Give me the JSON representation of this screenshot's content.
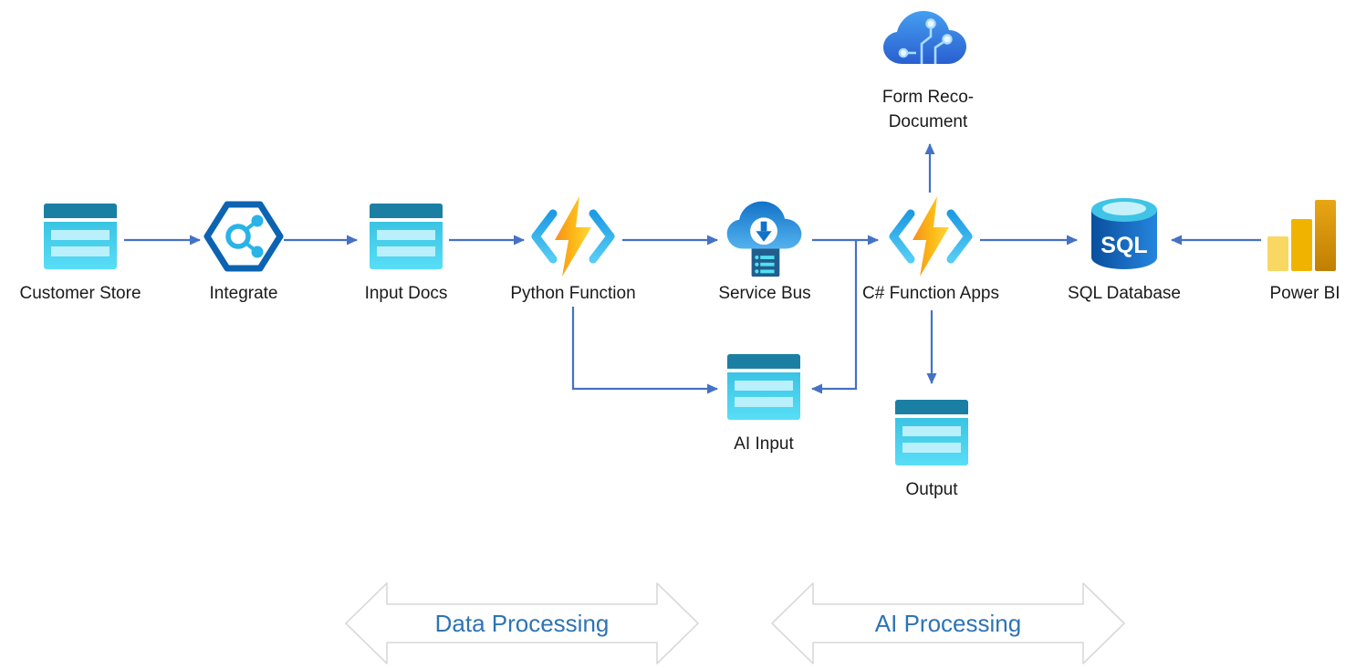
{
  "nodes": {
    "customer_store": {
      "label": "Customer Store",
      "icon": "table-storage-icon"
    },
    "integrate": {
      "label": "Integrate",
      "icon": "integration-hexagon-icon"
    },
    "input_docs": {
      "label": "Input Docs",
      "icon": "table-storage-icon"
    },
    "python_function": {
      "label": "Python Function",
      "icon": "azure-function-icon"
    },
    "service_bus": {
      "label": "Service Bus",
      "icon": "service-bus-cloud-icon"
    },
    "csharp_function_apps": {
      "label": "C# Function Apps",
      "icon": "azure-function-icon"
    },
    "sql_database": {
      "label": "SQL Database",
      "icon": "sql-database-icon",
      "badge": "SQL"
    },
    "power_bi": {
      "label": "Power BI",
      "icon": "power-bi-bars-icon"
    },
    "form_reco_document": {
      "label_line1": "Form Reco-",
      "label_line2": "Document",
      "icon": "form-recognizer-cloud-icon"
    },
    "ai_input": {
      "label": "AI Input",
      "icon": "table-storage-icon"
    },
    "output": {
      "label": "Output",
      "icon": "table-storage-icon"
    }
  },
  "edges": [
    {
      "from": "customer_store",
      "to": "integrate"
    },
    {
      "from": "integrate",
      "to": "input_docs"
    },
    {
      "from": "input_docs",
      "to": "python_function"
    },
    {
      "from": "python_function",
      "to": "service_bus"
    },
    {
      "from": "service_bus",
      "to": "csharp_function_apps"
    },
    {
      "from": "csharp_function_apps",
      "to": "sql_database"
    },
    {
      "from": "power_bi",
      "to": "sql_database"
    },
    {
      "from": "csharp_function_apps",
      "to": "form_reco_document"
    },
    {
      "from": "csharp_function_apps",
      "to": "output"
    },
    {
      "from": "python_function",
      "to": "ai_input"
    },
    {
      "from": "service_bus",
      "to": "ai_input",
      "note": "branch from main line junction"
    }
  ],
  "banners": {
    "data_processing": {
      "label": "Data Processing"
    },
    "ai_processing": {
      "label": "AI Processing"
    }
  },
  "colors": {
    "connector": "#4472C4",
    "banner_text": "#2E74B5",
    "banner_outline": "#D9D9D9",
    "label_text": "#1A1A1A",
    "background": "#FFFFFF"
  }
}
